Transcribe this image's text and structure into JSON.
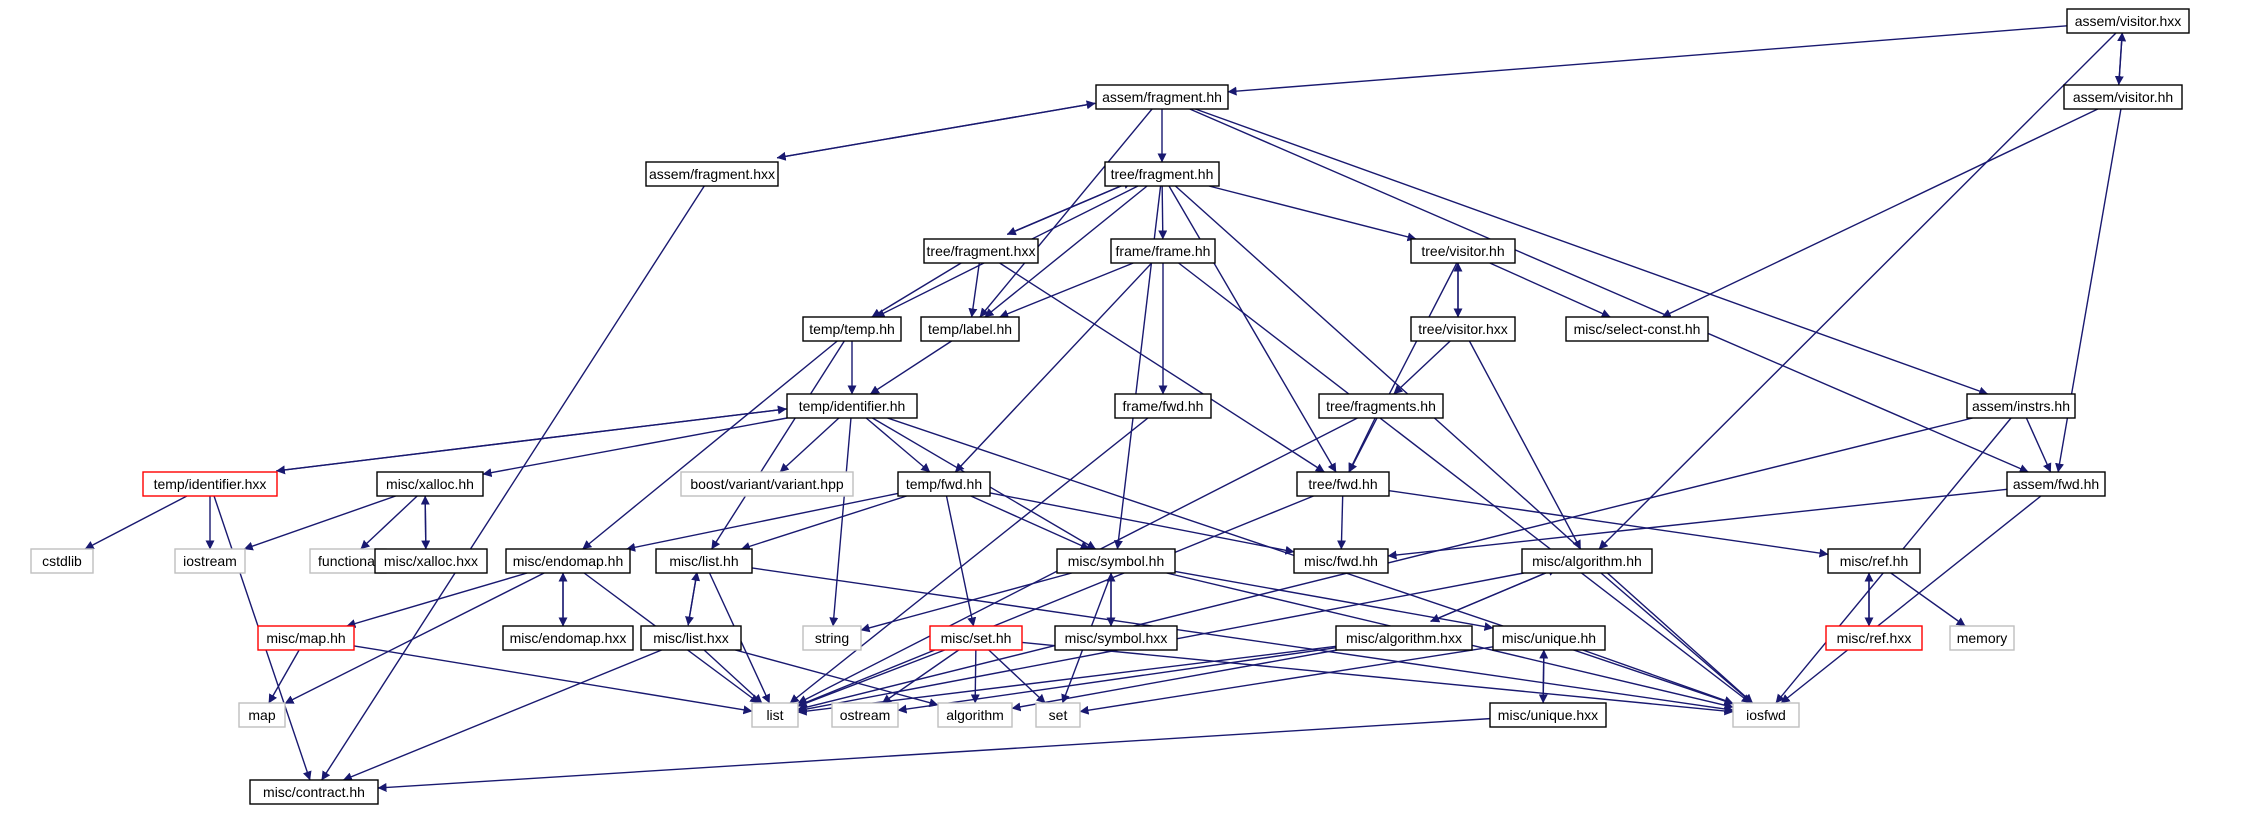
{
  "colors": {
    "edge": "#191970",
    "node_border_normal": "#000000",
    "node_border_truncated": "#ff0000",
    "node_border_external": "#bfbfbf",
    "node_fill_root": "#bfbfbf",
    "node_fill": "#ffffff"
  },
  "nodes": [
    {
      "id": "assem_visitor_hxx",
      "label": "assem/visitor.hxx",
      "kind": "root"
    },
    {
      "id": "assem_fragment_hh",
      "label": "assem/fragment.hh",
      "kind": "normal"
    },
    {
      "id": "assem_visitor_hh",
      "label": "assem/visitor.hh",
      "kind": "normal"
    },
    {
      "id": "assem_fragment_hxx",
      "label": "assem/fragment.hxx",
      "kind": "normal"
    },
    {
      "id": "tree_fragment_hh",
      "label": "tree/fragment.hh",
      "kind": "normal"
    },
    {
      "id": "tree_fragment_hxx",
      "label": "tree/fragment.hxx",
      "kind": "normal"
    },
    {
      "id": "frame_frame_hh",
      "label": "frame/frame.hh",
      "kind": "normal"
    },
    {
      "id": "tree_visitor_hh",
      "label": "tree/visitor.hh",
      "kind": "normal"
    },
    {
      "id": "temp_temp_hh",
      "label": "temp/temp.hh",
      "kind": "normal"
    },
    {
      "id": "temp_label_hh",
      "label": "temp/label.hh",
      "kind": "normal"
    },
    {
      "id": "tree_visitor_hxx",
      "label": "tree/visitor.hxx",
      "kind": "normal"
    },
    {
      "id": "misc_select_const_hh",
      "label": "misc/select-const.hh",
      "kind": "normal"
    },
    {
      "id": "temp_identifier_hh",
      "label": "temp/identifier.hh",
      "kind": "normal"
    },
    {
      "id": "frame_fwd_hh",
      "label": "frame/fwd.hh",
      "kind": "normal"
    },
    {
      "id": "tree_fragments_hh",
      "label": "tree/fragments.hh",
      "kind": "normal"
    },
    {
      "id": "assem_instrs_hh",
      "label": "assem/instrs.hh",
      "kind": "normal"
    },
    {
      "id": "temp_identifier_hxx",
      "label": "temp/identifier.hxx",
      "kind": "truncated"
    },
    {
      "id": "misc_xalloc_hh",
      "label": "misc/xalloc.hh",
      "kind": "normal"
    },
    {
      "id": "boost_variant",
      "label": "boost/variant/variant.hpp",
      "kind": "external"
    },
    {
      "id": "temp_fwd_hh",
      "label": "temp/fwd.hh",
      "kind": "normal"
    },
    {
      "id": "tree_fwd_hh",
      "label": "tree/fwd.hh",
      "kind": "normal"
    },
    {
      "id": "assem_fwd_hh",
      "label": "assem/fwd.hh",
      "kind": "normal"
    },
    {
      "id": "cstdlib",
      "label": "cstdlib",
      "kind": "external"
    },
    {
      "id": "iostream",
      "label": "iostream",
      "kind": "external"
    },
    {
      "id": "functional",
      "label": "functional",
      "kind": "external"
    },
    {
      "id": "misc_xalloc_hxx",
      "label": "misc/xalloc.hxx",
      "kind": "normal"
    },
    {
      "id": "misc_endomap_hh",
      "label": "misc/endomap.hh",
      "kind": "normal"
    },
    {
      "id": "misc_list_hh",
      "label": "misc/list.hh",
      "kind": "normal"
    },
    {
      "id": "misc_symbol_hh",
      "label": "misc/symbol.hh",
      "kind": "normal"
    },
    {
      "id": "misc_fwd_hh",
      "label": "misc/fwd.hh",
      "kind": "normal"
    },
    {
      "id": "misc_algorithm_hh",
      "label": "misc/algorithm.hh",
      "kind": "normal"
    },
    {
      "id": "misc_ref_hh",
      "label": "misc/ref.hh",
      "kind": "normal"
    },
    {
      "id": "misc_map_hh",
      "label": "misc/map.hh",
      "kind": "truncated"
    },
    {
      "id": "misc_endomap_hxx",
      "label": "misc/endomap.hxx",
      "kind": "normal"
    },
    {
      "id": "string",
      "label": "string",
      "kind": "external"
    },
    {
      "id": "misc_symbol_hxx",
      "label": "misc/symbol.hxx",
      "kind": "normal"
    },
    {
      "id": "misc_ref_hxx",
      "label": "misc/ref.hxx",
      "kind": "truncated"
    },
    {
      "id": "memory",
      "label": "memory",
      "kind": "external"
    },
    {
      "id": "misc_list_hxx",
      "label": "misc/list.hxx",
      "kind": "normal"
    },
    {
      "id": "misc_set_hh",
      "label": "misc/set.hh",
      "kind": "truncated"
    },
    {
      "id": "misc_algorithm_hxx",
      "label": "misc/algorithm.hxx",
      "kind": "normal"
    },
    {
      "id": "misc_unique_hh",
      "label": "misc/unique.hh",
      "kind": "normal"
    },
    {
      "id": "map",
      "label": "map",
      "kind": "external"
    },
    {
      "id": "list",
      "label": "list",
      "kind": "external"
    },
    {
      "id": "ostream",
      "label": "ostream",
      "kind": "external"
    },
    {
      "id": "algorithm",
      "label": "algorithm",
      "kind": "external"
    },
    {
      "id": "set",
      "label": "set",
      "kind": "external"
    },
    {
      "id": "iosfwd",
      "label": "iosfwd",
      "kind": "external"
    },
    {
      "id": "misc_unique_hxx",
      "label": "misc/unique.hxx",
      "kind": "normal"
    },
    {
      "id": "misc_contract_hh",
      "label": "misc/contract.hh",
      "kind": "normal"
    }
  ],
  "edges": [
    [
      "assem_visitor_hxx",
      "assem_fragment_hh"
    ],
    [
      "assem_visitor_hxx",
      "assem_visitor_hh"
    ],
    [
      "assem_visitor_hh",
      "assem_visitor_hxx"
    ],
    [
      "assem_visitor_hxx",
      "misc_algorithm_hh"
    ],
    [
      "assem_visitor_hh",
      "misc_select_const_hh"
    ],
    [
      "assem_visitor_hh",
      "assem_fwd_hh"
    ],
    [
      "assem_fragment_hh",
      "assem_fragment_hxx"
    ],
    [
      "assem_fragment_hxx",
      "assem_fragment_hh"
    ],
    [
      "assem_fragment_hh",
      "tree_fragment_hh"
    ],
    [
      "assem_fragment_hh",
      "temp_label_hh"
    ],
    [
      "assem_fragment_hh",
      "assem_instrs_hh"
    ],
    [
      "assem_fragment_hh",
      "assem_fwd_hh"
    ],
    [
      "assem_fragment_hxx",
      "misc_contract_hh"
    ],
    [
      "tree_fragment_hh",
      "tree_fragment_hxx"
    ],
    [
      "tree_fragment_hxx",
      "tree_fragment_hh"
    ],
    [
      "tree_fragment_hh",
      "frame_frame_hh"
    ],
    [
      "tree_fragment_hh",
      "tree_visitor_hh"
    ],
    [
      "tree_fragment_hh",
      "temp_temp_hh"
    ],
    [
      "tree_fragment_hh",
      "temp_label_hh"
    ],
    [
      "tree_fragment_hh",
      "misc_symbol_hh"
    ],
    [
      "tree_fragment_hh",
      "tree_fwd_hh"
    ],
    [
      "tree_fragment_hh",
      "iosfwd"
    ],
    [
      "tree_fragment_hxx",
      "temp_temp_hh"
    ],
    [
      "tree_fragment_hxx",
      "temp_label_hh"
    ],
    [
      "tree_fragment_hxx",
      "tree_fwd_hh"
    ],
    [
      "frame_frame_hh",
      "temp_label_hh"
    ],
    [
      "frame_frame_hh",
      "frame_fwd_hh"
    ],
    [
      "frame_frame_hh",
      "temp_fwd_hh"
    ],
    [
      "frame_frame_hh",
      "iosfwd"
    ],
    [
      "tree_visitor_hh",
      "tree_visitor_hxx"
    ],
    [
      "tree_visitor_hxx",
      "tree_visitor_hh"
    ],
    [
      "tree_visitor_hh",
      "misc_select_const_hh"
    ],
    [
      "tree_visitor_hh",
      "tree_fwd_hh"
    ],
    [
      "tree_visitor_hxx",
      "tree_fragments_hh"
    ],
    [
      "tree_visitor_hxx",
      "misc_algorithm_hh"
    ],
    [
      "temp_temp_hh",
      "temp_identifier_hh"
    ],
    [
      "temp_temp_hh",
      "misc_endomap_hh"
    ],
    [
      "temp_temp_hh",
      "misc_list_hh"
    ],
    [
      "temp_label_hh",
      "temp_identifier_hh"
    ],
    [
      "temp_identifier_hh",
      "temp_identifier_hxx"
    ],
    [
      "temp_identifier_hxx",
      "temp_identifier_hh"
    ],
    [
      "temp_identifier_hh",
      "misc_xalloc_hh"
    ],
    [
      "temp_identifier_hh",
      "boost_variant"
    ],
    [
      "temp_identifier_hh",
      "temp_fwd_hh"
    ],
    [
      "temp_identifier_hh",
      "misc_symbol_hh"
    ],
    [
      "temp_identifier_hh",
      "string"
    ],
    [
      "temp_identifier_hh",
      "iosfwd"
    ],
    [
      "temp_identifier_hxx",
      "cstdlib"
    ],
    [
      "temp_identifier_hxx",
      "iostream"
    ],
    [
      "temp_identifier_hxx",
      "misc_contract_hh"
    ],
    [
      "frame_fwd_hh",
      "list"
    ],
    [
      "tree_fragments_hh",
      "tree_fwd_hh"
    ],
    [
      "tree_fragments_hh",
      "list"
    ],
    [
      "assem_instrs_hh",
      "assem_fwd_hh"
    ],
    [
      "assem_instrs_hh",
      "list"
    ],
    [
      "assem_instrs_hh",
      "iosfwd"
    ],
    [
      "misc_xalloc_hh",
      "iostream"
    ],
    [
      "misc_xalloc_hh",
      "functional"
    ],
    [
      "misc_xalloc_hh",
      "misc_xalloc_hxx"
    ],
    [
      "misc_xalloc_hxx",
      "misc_xalloc_hh"
    ],
    [
      "temp_fwd_hh",
      "misc_endomap_hh"
    ],
    [
      "temp_fwd_hh",
      "misc_list_hh"
    ],
    [
      "temp_fwd_hh",
      "misc_symbol_hh"
    ],
    [
      "temp_fwd_hh",
      "misc_fwd_hh"
    ],
    [
      "temp_fwd_hh",
      "misc_set_hh"
    ],
    [
      "tree_fwd_hh",
      "misc_fwd_hh"
    ],
    [
      "tree_fwd_hh",
      "misc_ref_hh"
    ],
    [
      "tree_fwd_hh",
      "list"
    ],
    [
      "assem_fwd_hh",
      "misc_fwd_hh"
    ],
    [
      "assem_fwd_hh",
      "iosfwd"
    ],
    [
      "misc_endomap_hh",
      "misc_map_hh"
    ],
    [
      "misc_endomap_hh",
      "misc_endomap_hxx"
    ],
    [
      "misc_endomap_hxx",
      "misc_endomap_hh"
    ],
    [
      "misc_endomap_hh",
      "map"
    ],
    [
      "misc_endomap_hh",
      "list"
    ],
    [
      "misc_list_hh",
      "misc_list_hxx"
    ],
    [
      "misc_list_hxx",
      "misc_list_hh"
    ],
    [
      "misc_list_hh",
      "list"
    ],
    [
      "misc_list_hh",
      "iosfwd"
    ],
    [
      "misc_symbol_hh",
      "string"
    ],
    [
      "misc_symbol_hh",
      "misc_symbol_hxx"
    ],
    [
      "misc_symbol_hxx",
      "misc_symbol_hh"
    ],
    [
      "misc_symbol_hh",
      "set"
    ],
    [
      "misc_symbol_hh",
      "misc_unique_hh"
    ],
    [
      "misc_symbol_hh",
      "iosfwd"
    ],
    [
      "misc_algorithm_hh",
      "misc_algorithm_hxx"
    ],
    [
      "misc_algorithm_hxx",
      "misc_algorithm_hh"
    ],
    [
      "misc_algorithm_hh",
      "iosfwd"
    ],
    [
      "misc_algorithm_hh",
      "list"
    ],
    [
      "misc_ref_hh",
      "misc_ref_hxx"
    ],
    [
      "misc_ref_hxx",
      "misc_ref_hh"
    ],
    [
      "misc_ref_hh",
      "memory"
    ],
    [
      "misc_map_hh",
      "map"
    ],
    [
      "misc_map_hh",
      "list"
    ],
    [
      "misc_list_hxx",
      "list"
    ],
    [
      "misc_list_hxx",
      "algorithm"
    ],
    [
      "misc_list_hxx",
      "misc_contract_hh"
    ],
    [
      "misc_set_hh",
      "list"
    ],
    [
      "misc_set_hh",
      "ostream"
    ],
    [
      "misc_set_hh",
      "algorithm"
    ],
    [
      "misc_set_hh",
      "set"
    ],
    [
      "misc_set_hh",
      "iosfwd"
    ],
    [
      "misc_algorithm_hxx",
      "ostream"
    ],
    [
      "misc_algorithm_hxx",
      "algorithm"
    ],
    [
      "misc_algorithm_hxx",
      "list"
    ],
    [
      "misc_unique_hh",
      "misc_unique_hxx"
    ],
    [
      "misc_unique_hxx",
      "misc_unique_hh"
    ],
    [
      "misc_unique_hh",
      "set"
    ],
    [
      "misc_unique_hh",
      "iosfwd"
    ],
    [
      "misc_unique_hxx",
      "misc_contract_hh"
    ]
  ]
}
